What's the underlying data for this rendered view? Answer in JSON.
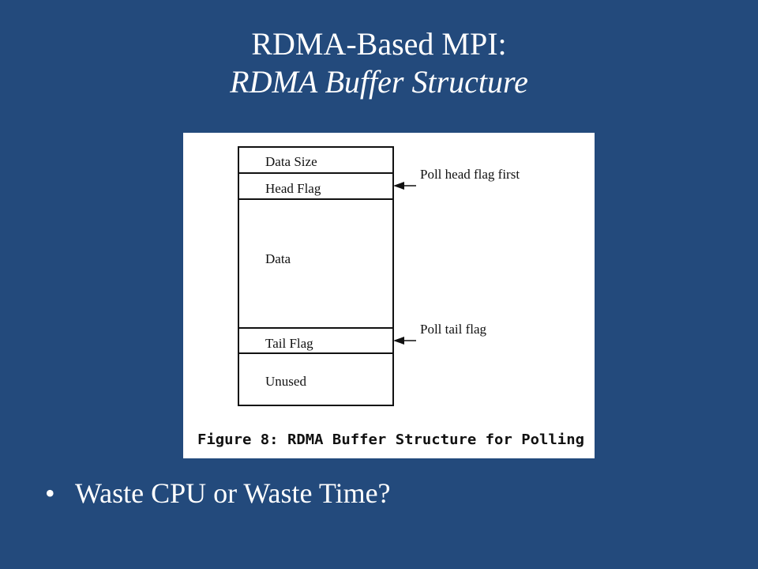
{
  "slide": {
    "title": "RDMA-Based MPI:",
    "subtitle": "RDMA Buffer Structure",
    "bullet_symbol": "•",
    "bullet_text": "Waste CPU or Waste Time?"
  },
  "figure": {
    "segments": [
      {
        "label": "Data Size"
      },
      {
        "label": "Head Flag"
      },
      {
        "label": "Data"
      },
      {
        "label": "Tail Flag"
      },
      {
        "label": "Unused"
      }
    ],
    "arrows": [
      {
        "label": "Poll head flag first",
        "target": "Head Flag"
      },
      {
        "label": "Poll tail flag",
        "target": "Tail Flag"
      }
    ],
    "caption": "Figure 8: RDMA Buffer Structure for Polling"
  },
  "colors": {
    "background": "#234a7c",
    "text": "#ffffff",
    "figure_background": "#ffffff",
    "figure_ink": "#111111"
  }
}
